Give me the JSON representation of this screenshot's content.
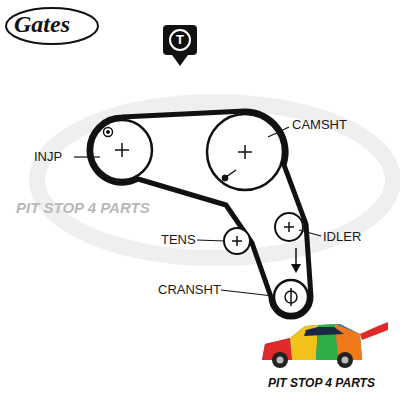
{
  "diagram": {
    "nodes": [
      {
        "text": [
          "T"
        ]
      }
    ],
    "labels": [
      "Gates",
      "INJP",
      "CAMSHT",
      "IDLER",
      "TENS",
      "CRANSHT",
      "PIT STOP 4 PARTS",
      "PIT STOP 4 PARTS"
    ]
  }
}
